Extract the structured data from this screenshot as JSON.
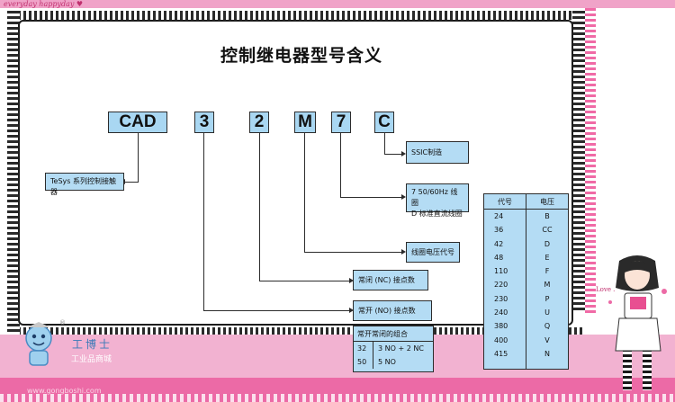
{
  "header": {
    "tagline": "everyday  happyday ♥"
  },
  "title": "控制继电器型号含义",
  "code_parts": [
    "CAD",
    "3",
    "2",
    "M",
    "7",
    "C"
  ],
  "labels": {
    "series": "TeSys 系列控制接触器",
    "ssic": "SSIC制造",
    "coil_type_line1": "7 50/60Hz 线圈",
    "coil_type_line2": "D 标准直流线圈",
    "coil_voltage_code": "线圈电压代号",
    "nc_contacts": "常闭 (NC) 接点数",
    "no_contacts": "常开 (NO) 接点数"
  },
  "combo_table": {
    "header": "常开常闭的组合",
    "rows": [
      {
        "code": "32",
        "desc": "3 NO + 2 NC"
      },
      {
        "code": "50",
        "desc": "5 NO"
      }
    ]
  },
  "voltage_table": {
    "headers": [
      "代号",
      "电压"
    ],
    "voltages": [
      "24",
      "36",
      "42",
      "48",
      "110",
      "220",
      "230",
      "240",
      "380",
      "400",
      "415"
    ],
    "codes": [
      "B",
      "CC",
      "D",
      "E",
      "F",
      "M",
      "P",
      "U",
      "Q",
      "V",
      "N"
    ]
  },
  "logo": {
    "brand": "工博士",
    "subtitle": "工业品商城",
    "registered": "®",
    "watermark": "www.gongboshi.com"
  },
  "decor": {
    "love_text": "Love ."
  },
  "colors": {
    "box_fill": "#b4dcf4",
    "code_fill": "#a9d7f2",
    "pink": "#ec6aa6",
    "frame": "#1d1d1d"
  }
}
